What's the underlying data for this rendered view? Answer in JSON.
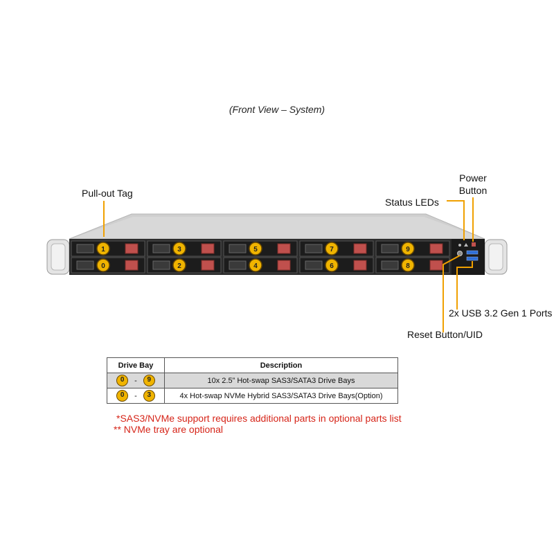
{
  "caption": "(Front View – System)",
  "callouts": {
    "power_button": "Power Button",
    "pull_out_tag": "Pull-out Tag",
    "status_leds": "Status LEDs",
    "usb_ports": "2x USB 3.2 Gen 1 Ports",
    "reset_button": "Reset Button/UID"
  },
  "drive_bays": {
    "top_row": [
      "1",
      "3",
      "5",
      "7",
      "9"
    ],
    "bottom_row": [
      "0",
      "2",
      "4",
      "6",
      "8"
    ]
  },
  "legend": {
    "headers": {
      "bay": "Drive Bay",
      "description": "Description"
    },
    "rows": [
      {
        "from": "0",
        "sep": "-",
        "to": "9",
        "description": "10x 2.5” Hot-swap  SAS3/SATA3 Drive  Bays"
      },
      {
        "from": "0",
        "sep": "-",
        "to": "3",
        "description": "4x Hot-swap NVMe Hybrid SAS3/SATA3 Drive  Bays(Option)"
      }
    ]
  },
  "notes": [
    "*SAS3/NVMe support requires additional parts in optional parts list",
    "** NVMe tray are optional"
  ],
  "colors": {
    "badge": "#f0b400",
    "note_text": "#d62418",
    "callout_line": "#f0a000",
    "chassis_top": "#c9c9c9",
    "bay_face": "#1c1c1c",
    "bay_tab": "#c0504d"
  }
}
